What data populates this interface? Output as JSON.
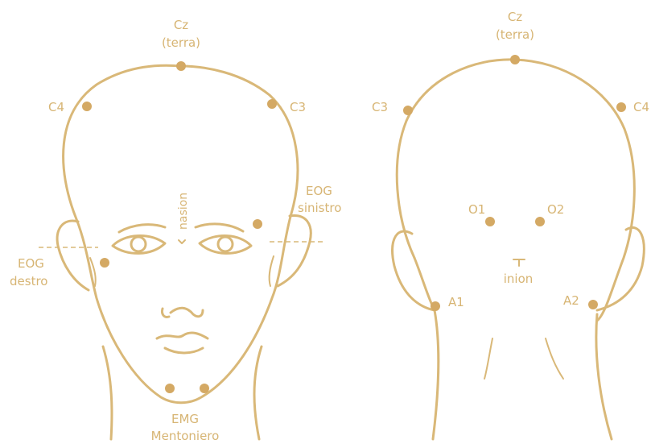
{
  "colors": {
    "line": "#d9b878",
    "dot": "#d4a964",
    "text": "#d7b574",
    "background": "#ffffff"
  },
  "front_view": {
    "cz": "Cz",
    "cz_note": "(terra)",
    "c4": "C4",
    "c3": "C3",
    "nasion": "nasion",
    "eog_left_line1": "EOG",
    "eog_left_line2": "sinistro",
    "eog_right_line1": "EOG",
    "eog_right_line2": "destro",
    "emg_line1": "EMG",
    "emg_line2": "Mentoniero"
  },
  "back_view": {
    "cz": "Cz",
    "cz_note": "(terra)",
    "c3": "C3",
    "c4": "C4",
    "o1": "O1",
    "o2": "O2",
    "inion": "inion",
    "a1": "A1",
    "a2": "A2"
  }
}
